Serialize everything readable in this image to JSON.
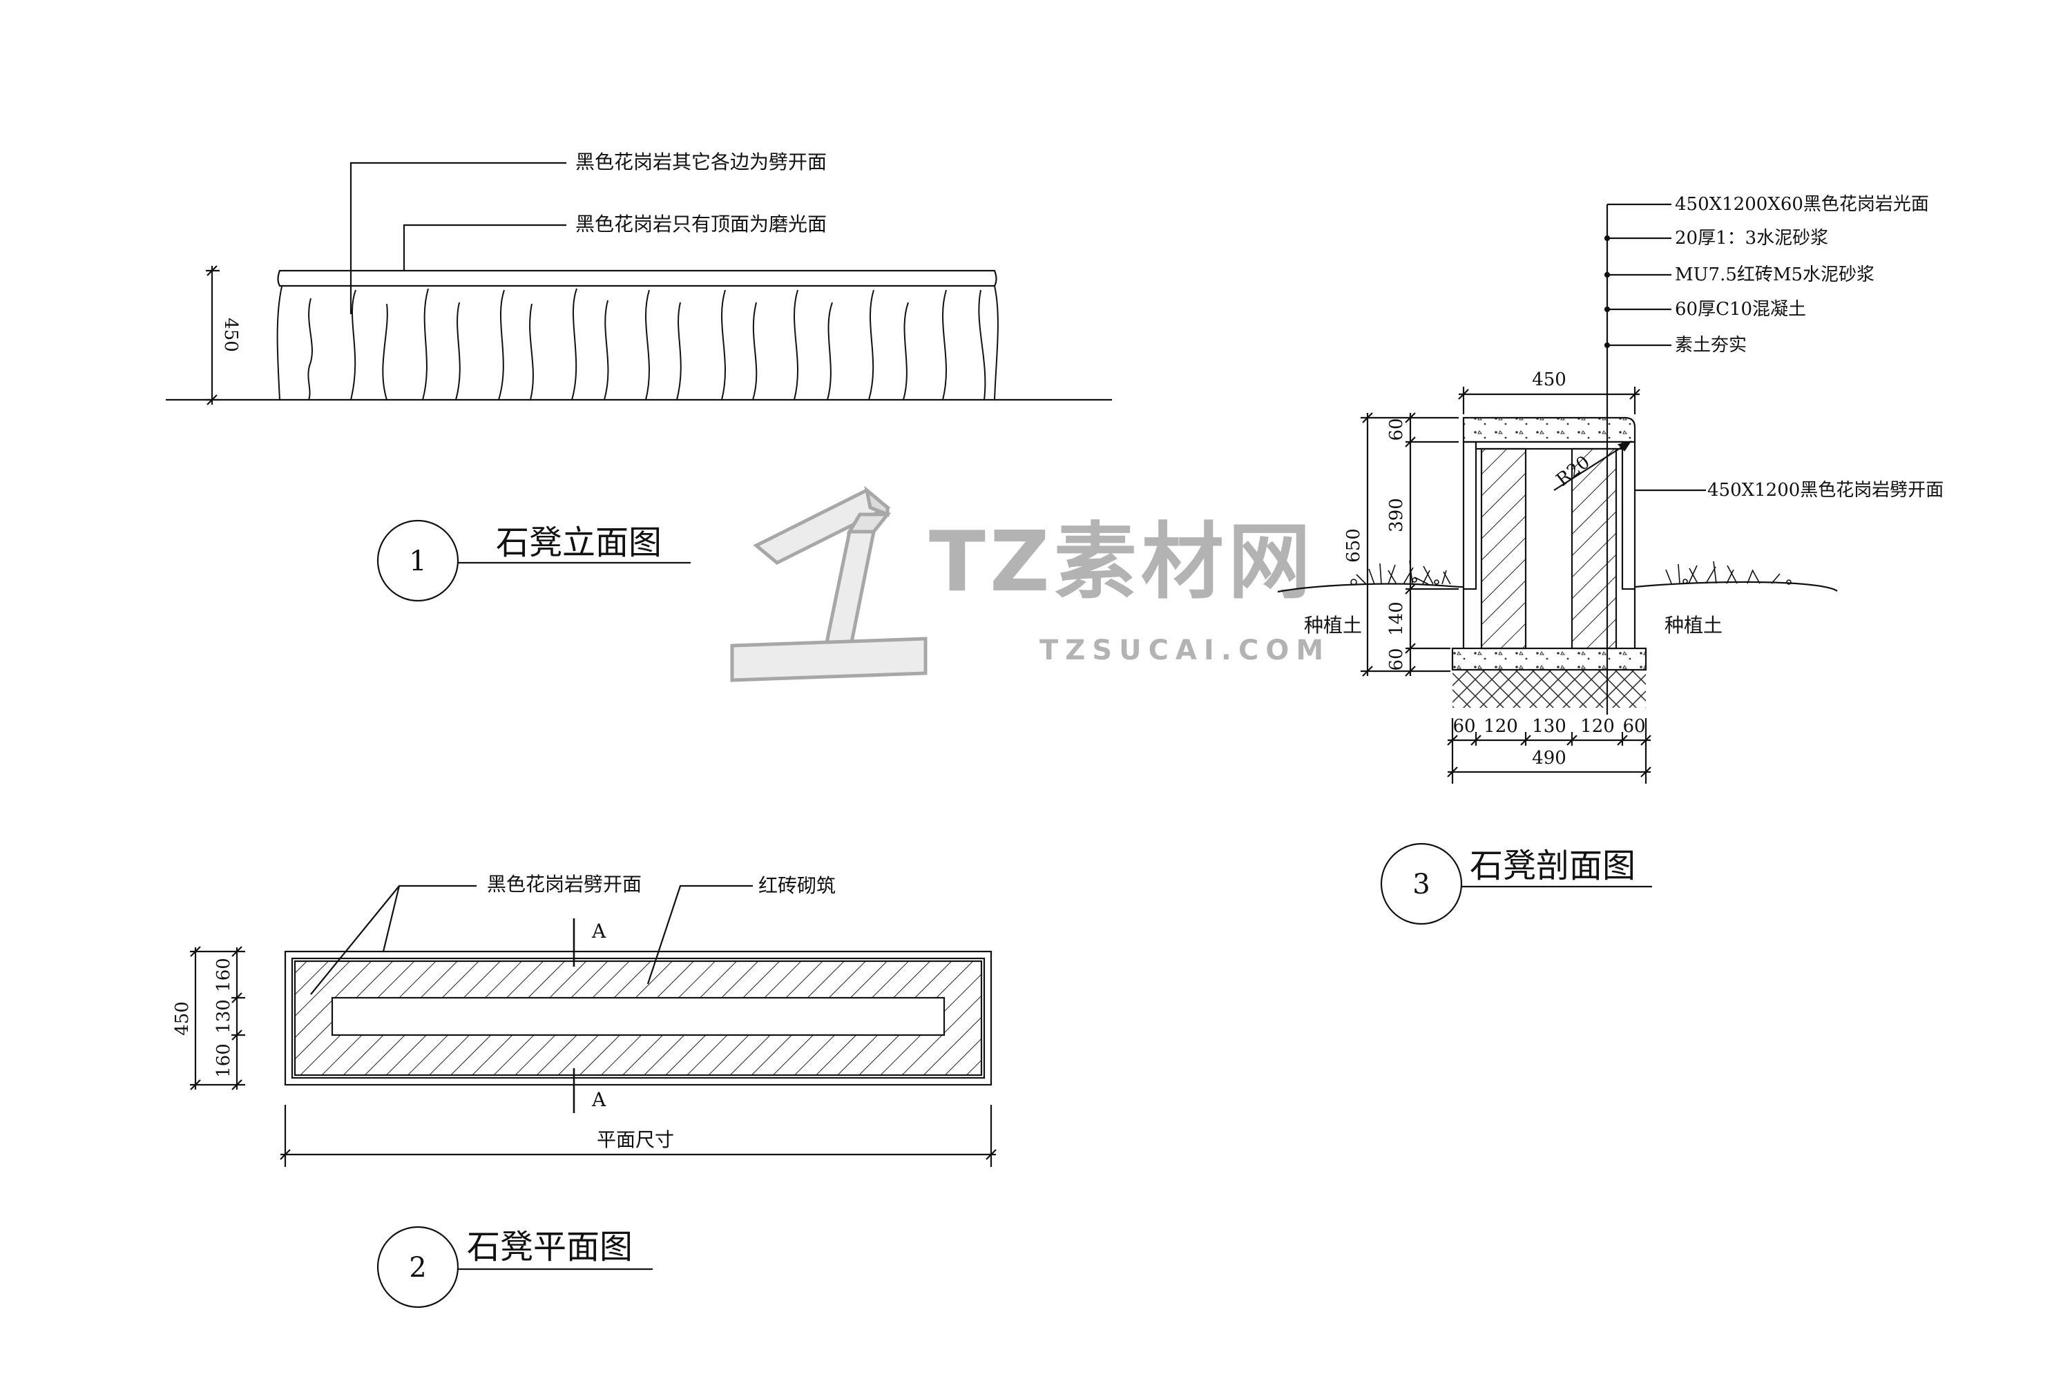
{
  "elevation": {
    "note_sides": "黑色花岗岩其它各边为劈开面",
    "note_top": "黑色花岗岩只有顶面为磨光面",
    "dim_height": "450",
    "title": "石凳立面图",
    "number": "1"
  },
  "plan": {
    "note_split": "黑色花岗岩劈开面",
    "note_brick": "红砖砌筑",
    "section_mark_top": "A",
    "section_mark_bottom": "A",
    "dim_total": "450",
    "dim_parts": [
      "160",
      "130",
      "160"
    ],
    "dim_width_label": "平面尺寸",
    "title": "石凳平面图",
    "number": "2"
  },
  "section": {
    "layers": [
      "450X1200X60黑色花岗岩光面",
      "20厚1：3水泥砂浆",
      "MU7.5红砖M5水泥砂浆",
      "60厚C10混凝土",
      "素土夯实"
    ],
    "side_note": "450X1200黑色花岗岩劈开面",
    "radius_label": "R20",
    "dim_top_width": "450",
    "dim_heights": [
      "60",
      "390",
      "140",
      "60"
    ],
    "dim_650": "650",
    "soil_left": "种植土",
    "soil_right": "种植土",
    "dim_bottom_parts": [
      "60",
      "120",
      "130",
      "120",
      "60"
    ],
    "dim_bottom_total": "490",
    "title": "石凳剖面图",
    "number": "3"
  },
  "watermark": {
    "brand": "TZ素材网",
    "url": "TZSUCAI.COM"
  }
}
